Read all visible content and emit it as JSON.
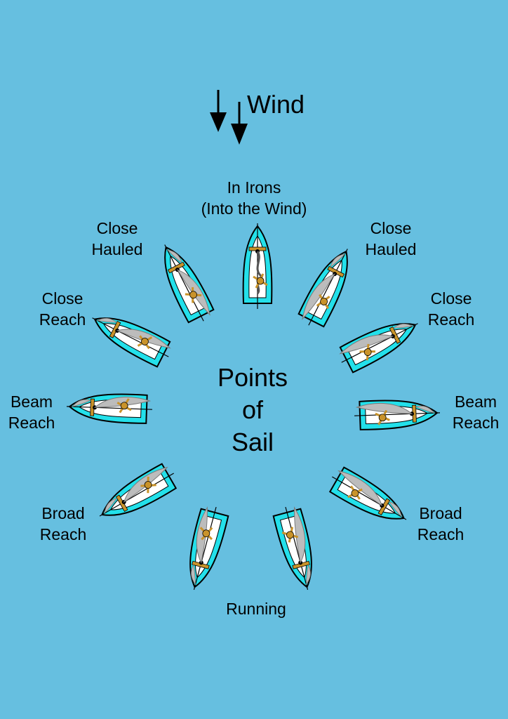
{
  "wind": {
    "label": "Wind"
  },
  "title": {
    "line1": "Points",
    "line2": "of",
    "line3": "Sail"
  },
  "labels": {
    "in_irons": {
      "line1": "In Irons",
      "line2": "(Into the Wind)"
    },
    "close_hauled_left": {
      "line1": "Close",
      "line2": "Hauled"
    },
    "close_hauled_right": {
      "line1": "Close",
      "line2": "Hauled"
    },
    "close_reach_left": {
      "line1": "Close",
      "line2": "Reach"
    },
    "close_reach_right": {
      "line1": "Close",
      "line2": "Reach"
    },
    "beam_reach_left": {
      "line1": "Beam",
      "line2": "Reach"
    },
    "beam_reach_right": {
      "line1": "Beam",
      "line2": "Reach"
    },
    "broad_reach_left": {
      "line1": "Broad",
      "line2": "Reach"
    },
    "broad_reach_right": {
      "line1": "Broad",
      "line2": "Reach"
    },
    "running": {
      "line1": "Running"
    }
  },
  "colors": {
    "water": "#66bfe0",
    "hull": "#23e0ea",
    "deck": "#ffffff",
    "sail": "#bcbcbc",
    "crew": "#c9932a",
    "outline": "#000000"
  },
  "boats": [
    {
      "point": "In Irons",
      "heading_deg": 0,
      "sail_side": "luffing"
    },
    {
      "point": "Close Hauled",
      "heading_deg": 333,
      "sail_side": "right"
    },
    {
      "point": "Close Hauled",
      "heading_deg": 27,
      "sail_side": "left"
    },
    {
      "point": "Close Reach",
      "heading_deg": 297,
      "sail_side": "right"
    },
    {
      "point": "Close Reach",
      "heading_deg": 63,
      "sail_side": "left"
    },
    {
      "point": "Beam Reach",
      "heading_deg": 272,
      "sail_side": "right"
    },
    {
      "point": "Beam Reach",
      "heading_deg": 88,
      "sail_side": "left"
    },
    {
      "point": "Broad Reach",
      "heading_deg": 240,
      "sail_side": "right"
    },
    {
      "point": "Broad Reach",
      "heading_deg": 120,
      "sail_side": "left"
    },
    {
      "point": "Running",
      "heading_deg": 195,
      "sail_side": "right"
    },
    {
      "point": "Running",
      "heading_deg": 165,
      "sail_side": "left"
    }
  ]
}
